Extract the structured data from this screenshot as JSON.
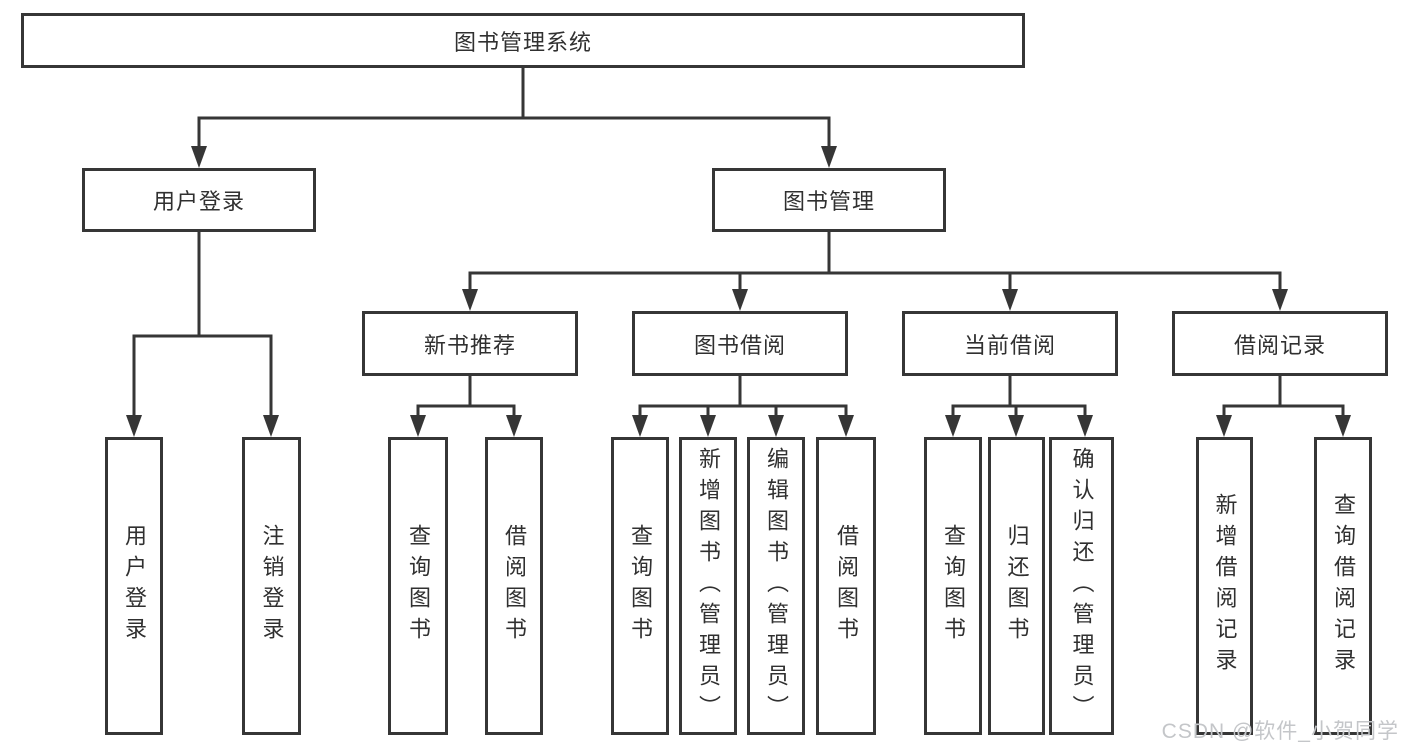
{
  "diagram": {
    "root_label": "图书管理系统",
    "level2": [
      {
        "label": "用户登录"
      },
      {
        "label": "图书管理"
      }
    ],
    "level3": [
      {
        "label": "新书推荐"
      },
      {
        "label": "图书借阅"
      },
      {
        "label": "当前借阅"
      },
      {
        "label": "借阅记录"
      }
    ],
    "leaves": {
      "user_login": [
        "用户登录",
        "注销登录"
      ],
      "new_book_recommend": [
        "查询图书",
        "借阅图书"
      ],
      "book_borrow": [
        "查询图书",
        "新增图书（管理员）",
        "编辑图书（管理员）",
        "借阅图书"
      ],
      "current_borrow": [
        "查询图书",
        "归还图书",
        "确认归还（管理员）"
      ],
      "borrow_record": [
        "新增借阅记录",
        "查询借阅记录"
      ]
    }
  },
  "watermark": {
    "text": "CSDN @软件_小贺同学"
  },
  "colors": {
    "line": "#363636",
    "text": "#303030",
    "background": "#ffffff",
    "watermark": "#c4c6c9"
  }
}
